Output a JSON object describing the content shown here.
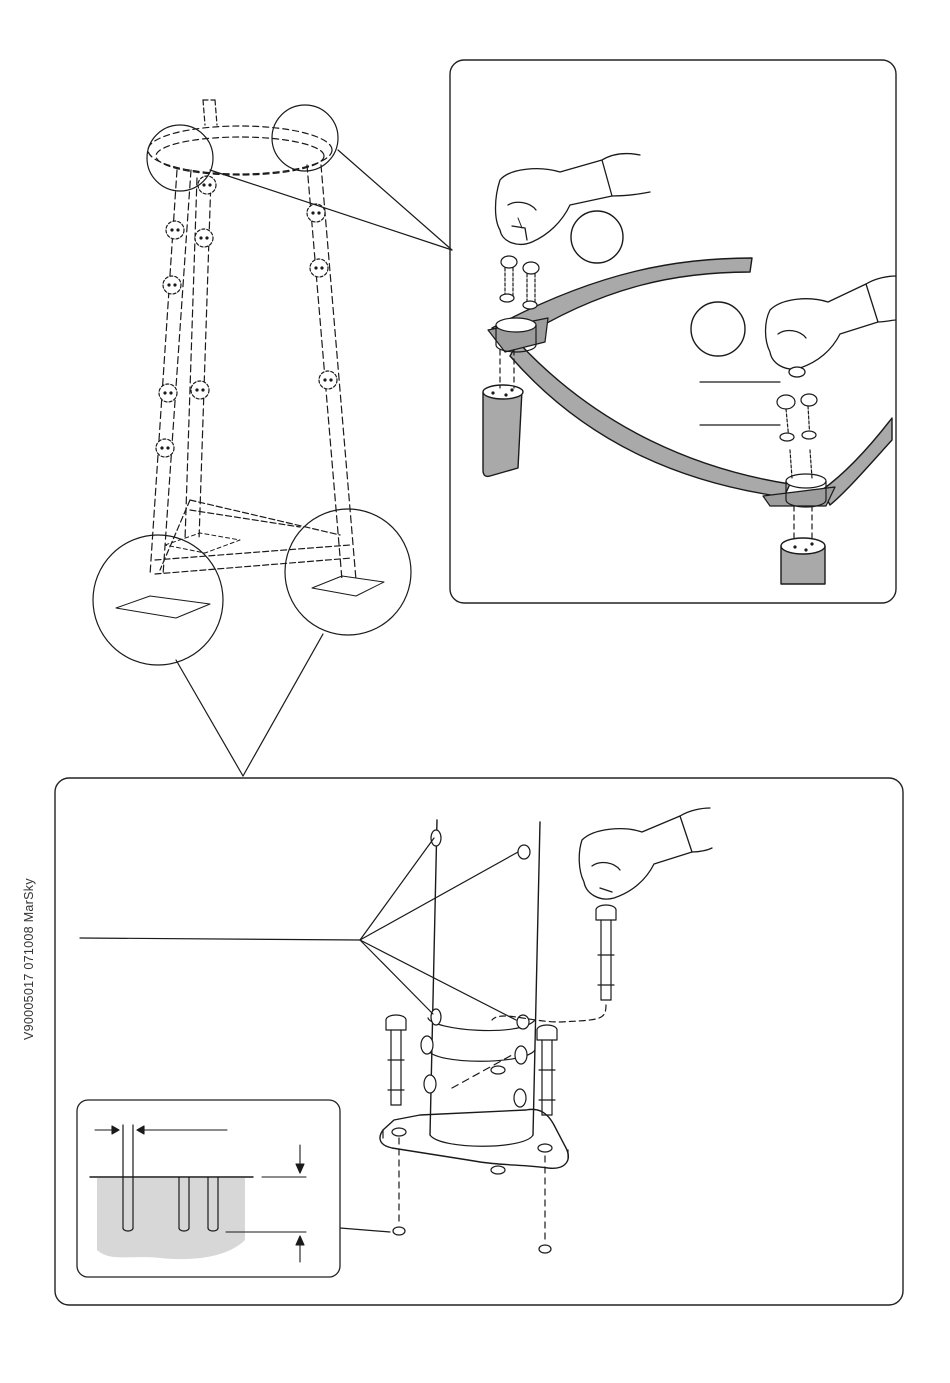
{
  "document": {
    "code": "V90005017  071008  MarSky"
  },
  "panels": {
    "overview": "tower-overview",
    "top_detail": "top-ring-assembly-detail",
    "base_detail": "base-anchoring-detail",
    "inset": "anchor-depth-inset"
  },
  "steps": {
    "step_a_badge": "",
    "step_b_badge": ""
  },
  "colors": {
    "line": "#1a1a1a",
    "tube_fill": "#a9a9a9",
    "ring_fill": "#9d9d9d",
    "concrete": "#d7d7d7",
    "panel_border": "#222222"
  },
  "icons": [
    "gloved-hand-icon",
    "bolt-icon",
    "washer-icon",
    "anchor-bolt-icon",
    "base-plate-icon",
    "dimension-arrow-icon"
  ]
}
